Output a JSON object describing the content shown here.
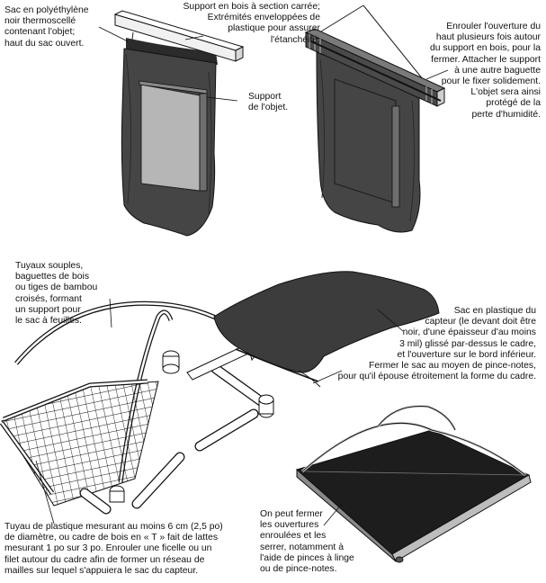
{
  "labels": {
    "bag_top": "Sac en polyéthylène\nnoir thermoscellé\ncontenant l'objet;\nhaut du sac ouvert.",
    "wood_support": "Support en bois à section carrée;\nExtrémités enveloppées de\nplastique pour assurer\nl'étanchéité.",
    "object_support": "Support\nde l'objet.",
    "roll_opening": "Enrouler l'ouverture du\nhaut plusieurs fois autour\ndu support en bois, pour la\nfermer. Attacher le support\nà une autre baguette\npour le fixer solidement.\nL'objet sera ainsi\nprotégé de la\nperte d'humidité.",
    "tubes": "Tuyaux souples,\nbaguettes de bois\nou tiges de bambou\ncroisés, formant\nun support pour\nle sac à feuilles.",
    "plastic_bag": "Sac en plastique du\ncapteur (le devant doit être\nnoir, d'une épaisseur d'au moins\n3 mil) glissé par-dessus le cadre,\net l'ouverture sur le bord inférieur.\nFermer le sac au moyen de pince-notes,\npour qu'il épouse étroitement la forme du cadre.",
    "pipe_frame": "Tuyau de plastique mesurant au moins 6 cm (2,5 po)\nde diamètre, ou cadre de bois en « T » fait de lattes\nmesurant 1 po sur 3 po. Enrouler une ficelle ou un\nfilet autour du cadre afin de former un réseau de\nmailles sur lequel s'appuiera le sac du capteur.",
    "close_openings": "On peut fermer\nles ouvertures\nenroulées et les\nserrer, notamment à\nl'aide de pinces à linge\nou de pince-notes."
  }
}
